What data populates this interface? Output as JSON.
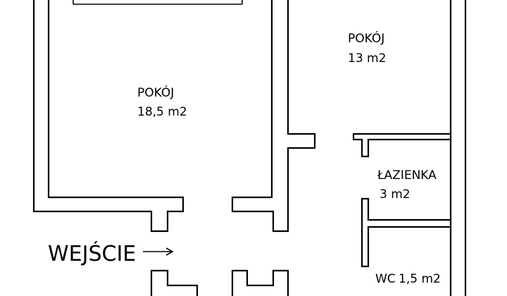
{
  "plan": {
    "rooms": [
      {
        "name": "POKÓJ",
        "area": "18,5 m2"
      },
      {
        "name": "POKÓJ",
        "area": "13 m2"
      },
      {
        "name": "ŁAZIENKA",
        "area": "3 m2"
      },
      {
        "name": "WC",
        "area": "1,5 m2"
      }
    ],
    "entrance": {
      "label": "WEJŚCIE"
    },
    "colors": {
      "wall": "#000000",
      "background": "#ffffff"
    }
  }
}
